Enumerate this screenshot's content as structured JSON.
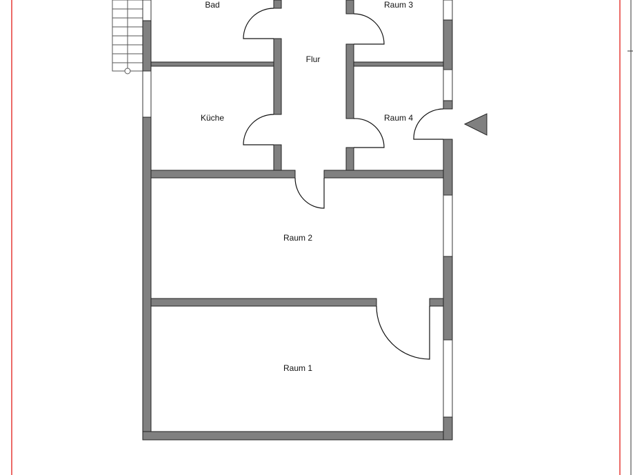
{
  "plan": {
    "rooms": [
      {
        "id": "bad",
        "label": "Bad"
      },
      {
        "id": "raum3",
        "label": "Raum 3"
      },
      {
        "id": "flur",
        "label": "Flur"
      },
      {
        "id": "kueche",
        "label": "Küche"
      },
      {
        "id": "raum4",
        "label": "Raum 4"
      },
      {
        "id": "raum2",
        "label": "Raum 2"
      },
      {
        "id": "raum1",
        "label": "Raum 1"
      }
    ],
    "colors": {
      "wall": "#808080",
      "frame": "#e53935",
      "line": "#111111"
    }
  }
}
